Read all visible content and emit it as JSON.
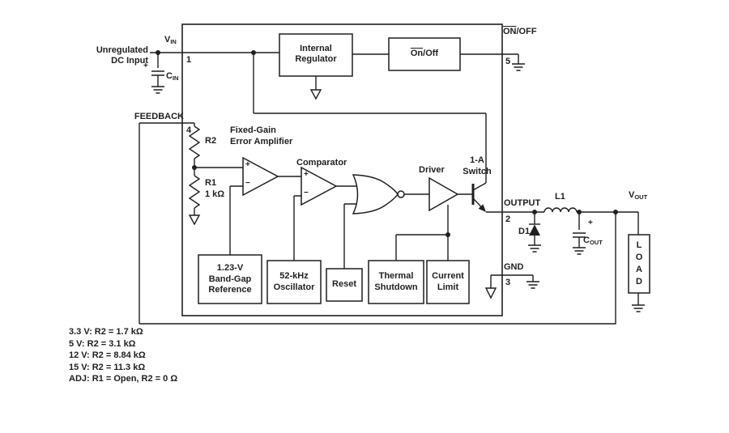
{
  "diagram": {
    "input": {
      "line1": "Unregulated",
      "line2": "DC Input"
    },
    "pins": {
      "vin": {
        "base": "V",
        "sub": "IN",
        "number": "1"
      },
      "feedback": {
        "label": "FEEDBACK",
        "number": "4"
      },
      "onoff": {
        "over": "ON",
        "rest": "/OFF",
        "number": "5"
      },
      "output": {
        "label": "OUTPUT",
        "number": "2"
      },
      "gnd": {
        "label": "GND",
        "number": "3"
      }
    },
    "blocks": {
      "internal_regulator": {
        "line1": "Internal",
        "line2": "Regulator"
      },
      "on_off": {
        "over": "On",
        "rest": "/Off"
      },
      "bandgap": {
        "line1": "1.23-V",
        "line2": "Band-Gap",
        "line3": "Reference"
      },
      "oscillator": {
        "line1": "52-kHz",
        "line2": "Oscillator"
      },
      "reset": {
        "label": "Reset"
      },
      "thermal": {
        "line1": "Thermal",
        "line2": "Shutdown"
      },
      "current_limit": {
        "line1": "Current",
        "line2": "Limit"
      }
    },
    "stage_labels": {
      "error_amp_line1": "Fixed-Gain",
      "error_amp_line2": "Error Amplifier",
      "comparator": "Comparator",
      "driver": "Driver",
      "switch_line1": "1-A",
      "switch_line2": "Switch",
      "plus": "+",
      "minus": "−"
    },
    "components": {
      "cin": {
        "base": "C",
        "sub": "IN",
        "polarity": "+"
      },
      "cout": {
        "base": "C",
        "sub": "OUT",
        "polarity": "+"
      },
      "r2": {
        "label": "R2"
      },
      "r1": {
        "line1": "R1",
        "line2": "1 kΩ"
      },
      "l1": {
        "label": "L1"
      },
      "d1": {
        "label": "D1"
      },
      "vout": {
        "base": "V",
        "sub": "OUT"
      },
      "load": {
        "l1": "L",
        "l2": "O",
        "l3": "A",
        "l4": "D"
      }
    },
    "notes": [
      "3.3 V: R2 = 1.7 kΩ",
      "5 V: R2 = 3.1 kΩ",
      "12 V: R2 = 8.84 kΩ",
      "15 V: R2 = 11.3 kΩ",
      "ADJ: R1 = Open, R2 = 0 Ω"
    ]
  },
  "colors": {
    "ink": "#1f1f1f",
    "background": "#ffffff"
  }
}
